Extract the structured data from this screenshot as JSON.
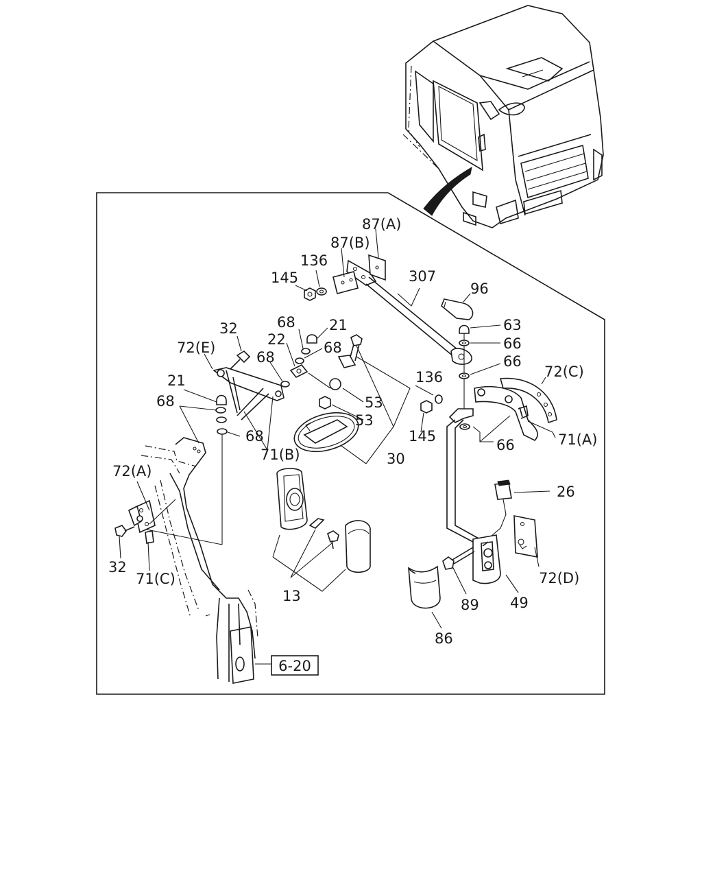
{
  "ref_box": "6-20",
  "callouts": [
    {
      "id": "c87a",
      "text": "87(A)"
    },
    {
      "id": "c87b",
      "text": "87(B)"
    },
    {
      "id": "c136a",
      "text": "136"
    },
    {
      "id": "c145a",
      "text": "145"
    },
    {
      "id": "c307",
      "text": "307"
    },
    {
      "id": "c96",
      "text": "96"
    },
    {
      "id": "c63",
      "text": "63"
    },
    {
      "id": "c66a",
      "text": "66"
    },
    {
      "id": "c66b",
      "text": "66"
    },
    {
      "id": "c72c",
      "text": "72(C)"
    },
    {
      "id": "c136b",
      "text": "136"
    },
    {
      "id": "c145b",
      "text": "145"
    },
    {
      "id": "c66c",
      "text": "66"
    },
    {
      "id": "c71a",
      "text": "71(A)"
    },
    {
      "id": "c26",
      "text": "26"
    },
    {
      "id": "c72d",
      "text": "72(D)"
    },
    {
      "id": "c49",
      "text": "49"
    },
    {
      "id": "c89",
      "text": "89"
    },
    {
      "id": "c86",
      "text": "86"
    },
    {
      "id": "c13",
      "text": "13"
    },
    {
      "id": "c30",
      "text": "30"
    },
    {
      "id": "c53a",
      "text": "53"
    },
    {
      "id": "c53b",
      "text": "53"
    },
    {
      "id": "c68a",
      "text": "68"
    },
    {
      "id": "c21a",
      "text": "21"
    },
    {
      "id": "c22",
      "text": "22"
    },
    {
      "id": "c68b",
      "text": "68"
    },
    {
      "id": "c68c",
      "text": "68"
    },
    {
      "id": "c32a",
      "text": "32"
    },
    {
      "id": "c72e",
      "text": "72(E)"
    },
    {
      "id": "c21b",
      "text": "21"
    },
    {
      "id": "c68d",
      "text": "68"
    },
    {
      "id": "c68e",
      "text": "68"
    },
    {
      "id": "c71b",
      "text": "71(B)"
    },
    {
      "id": "c72a",
      "text": "72(A)"
    },
    {
      "id": "c32b",
      "text": "32"
    },
    {
      "id": "c71c",
      "text": "71(C)"
    }
  ]
}
